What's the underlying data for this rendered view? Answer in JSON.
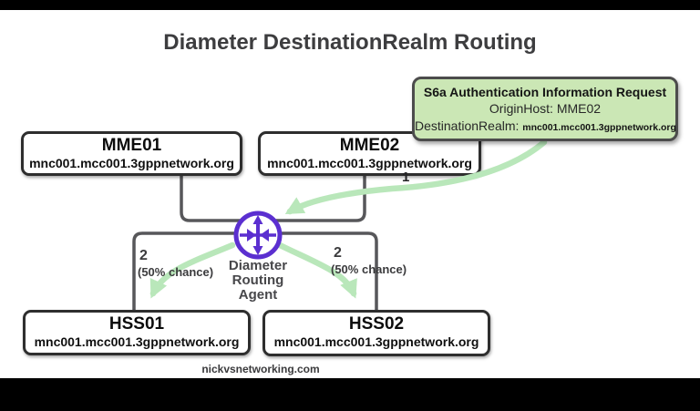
{
  "title": "Diameter DestinationRealm Routing",
  "request_box": {
    "title": "S6a Authentication Information Request",
    "origin_host": "OriginHost: MME02",
    "destination_realm_label": "DestinationRealm:",
    "destination_realm_value": "mnc001.mcc001.3gppnetwork.org"
  },
  "nodes": {
    "mme01": {
      "name": "MME01",
      "realm": "mnc001.mcc001.3gppnetwork.org"
    },
    "mme02": {
      "name": "MME02",
      "realm": "mnc001.mcc001.3gppnetwork.org"
    },
    "hss01": {
      "name": "HSS01",
      "realm": "mnc001.mcc001.3gppnetwork.org"
    },
    "hss02": {
      "name": "HSS02",
      "realm": "mnc001.mcc001.3gppnetwork.org"
    }
  },
  "dra": {
    "label_line1": "Diameter",
    "label_line2": "Routing",
    "label_line3": "Agent",
    "icon": "router-crossroads-icon"
  },
  "flow_labels": {
    "step1": "1",
    "step2_left": "2",
    "step2_left_chance": "(50% chance)",
    "step2_right": "2",
    "step2_right_chance": "(50% chance)"
  },
  "watermark": "nickvsnetworking.com",
  "colors": {
    "accent_purple": "#5b2fd0",
    "request_box_green": "#cbe7b5",
    "arrow_green": "#b9e7ba",
    "connector_gray": "#57575a",
    "title_gray": "#3d3d3f"
  }
}
